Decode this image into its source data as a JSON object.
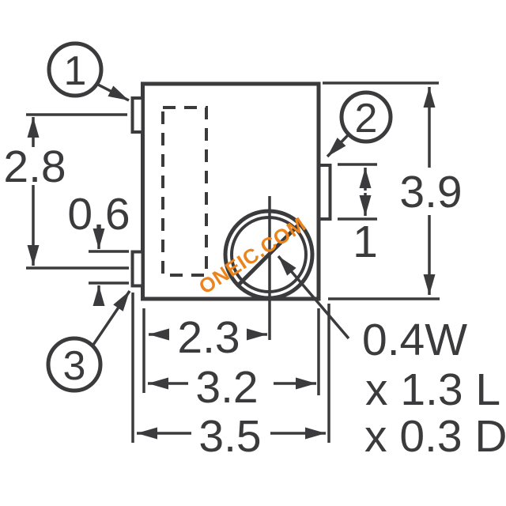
{
  "colors": {
    "line": "#3b3b3d",
    "watermark": "#ec841d",
    "background": "#ffffff"
  },
  "callouts": {
    "c1": "1",
    "c2": "2",
    "c3": "3"
  },
  "dims": {
    "pin_spacing": "2.8",
    "pin_width": "0.6",
    "overall_height": "3.9",
    "side_pin_length": "1",
    "adjuster_offset": "2.3",
    "body_width": "3.2",
    "overall_width": "3.5"
  },
  "note": {
    "line1": "0.4W",
    "line2": "x 1.3 L",
    "line3": "x 0.3 D"
  },
  "watermark": "ONEIC.COM"
}
